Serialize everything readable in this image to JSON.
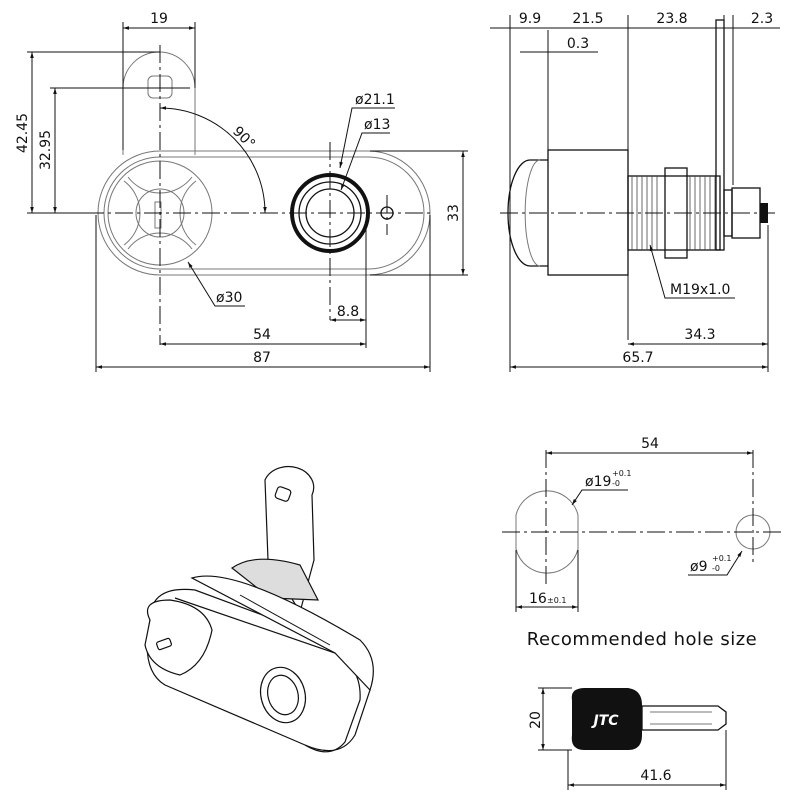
{
  "front_view": {
    "width_cam": "19",
    "height_total": "42.45",
    "height_hole": "32.95",
    "angle": "90°",
    "dia_outer_ring": "ø21.1",
    "dia_inner_ring": "ø13",
    "body_height": "33",
    "knob_dia": "ø30",
    "offset": "8.8",
    "center_distance": "54",
    "overall_length": "87"
  },
  "side_view": {
    "dim_a": "9.9",
    "dim_b": "21.5",
    "dim_c": "23.8",
    "dim_d": "2.3",
    "dim_e": "0.3",
    "thread": "M19x1.0",
    "thread_length": "34.3",
    "overall_depth": "65.7"
  },
  "hole_size": {
    "title": "Recommended hole size",
    "center_distance": "54",
    "big_dia": "ø19",
    "big_tol_plus": "+0.1",
    "big_tol_minus": "-0",
    "small_dia": "ø9",
    "small_tol_plus": "+0.1",
    "small_tol_minus": "-0",
    "flat_width": "16",
    "flat_tol": "±0.1"
  },
  "key": {
    "height": "20",
    "length": "41.6",
    "logo": "JTC"
  }
}
